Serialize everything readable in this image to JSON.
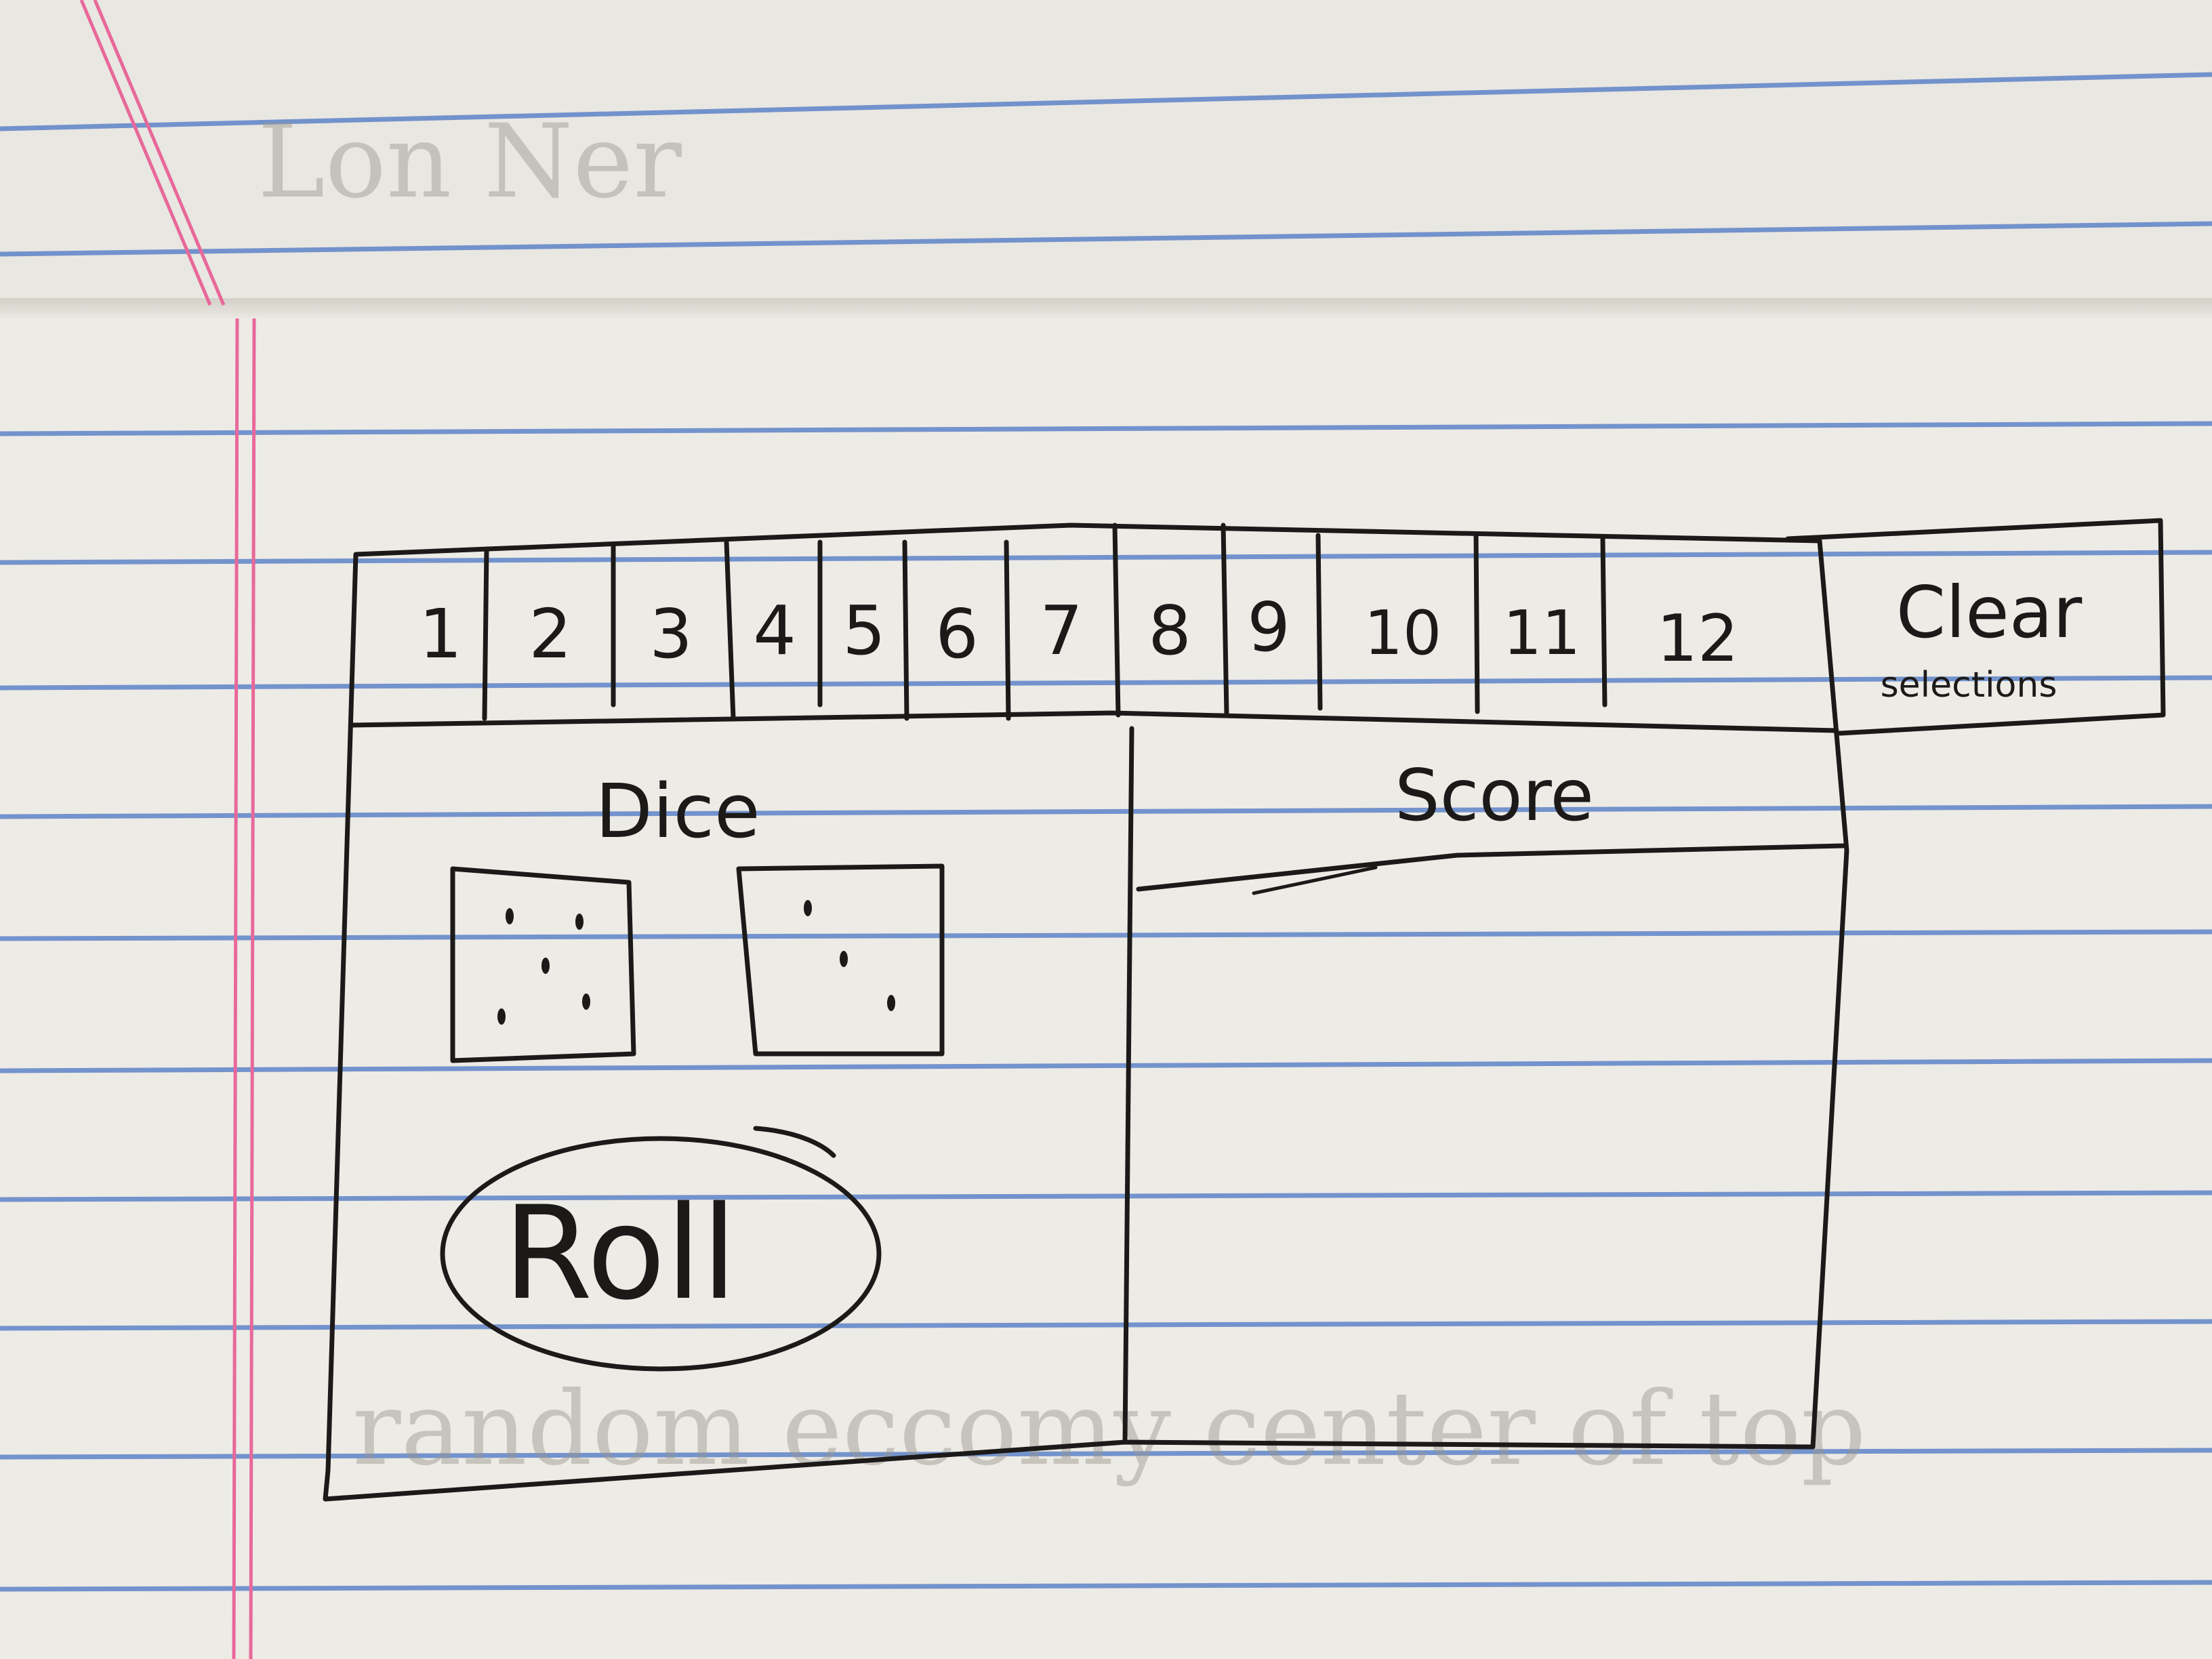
{
  "sketch": {
    "number_buttons": [
      "1",
      "2",
      "3",
      "4",
      "5",
      "6",
      "7",
      "8",
      "9",
      "10",
      "11",
      "12"
    ],
    "clear_button": {
      "line1": "Clear",
      "line2": "selections"
    },
    "dice_panel": {
      "heading": "Dice",
      "die_faces": [
        5,
        3
      ],
      "roll_label": "Roll"
    },
    "score_panel": {
      "heading": "Score"
    }
  }
}
